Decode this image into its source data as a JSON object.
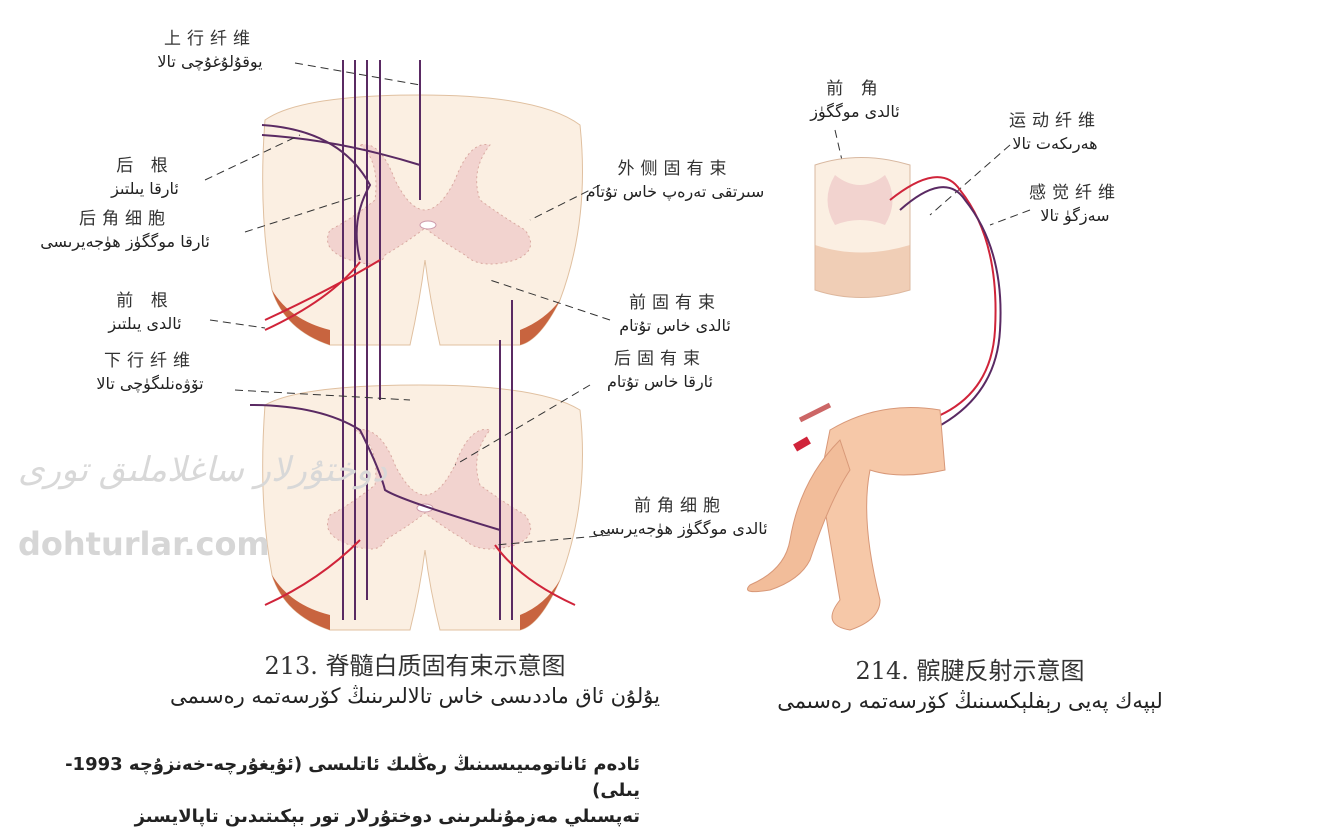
{
  "fig213": {
    "labels": {
      "ascending_zh": "上行纤维",
      "ascending_ug": "يوقۇلۇغۇچى تالا",
      "posterior_root_zh": "后 根",
      "posterior_root_ug": "ئارقا يىلتىز",
      "posterior_horn_cell_zh": "后角细胞",
      "posterior_horn_cell_ug": "ئارقا موگگۈز ھۈجەيرىسى",
      "anterior_root_zh": "前 根",
      "anterior_root_ug": "ئالدى يىلتىز",
      "descending_zh": "下行纤维",
      "descending_ug": "تۆۋەنلىگۈچى تالا",
      "lateral_proper_zh": "外侧固有束",
      "lateral_proper_ug": "سىرتقى تەرەپ خاس تۇتام",
      "anterior_proper_zh": "前固有束",
      "anterior_proper_ug": "ئالدى خاس تۇتام",
      "posterior_proper_zh": "后固有束",
      "posterior_proper_ug": "ئارقا خاس تۇتام",
      "anterior_horn_cell_zh": "前角细胞",
      "anterior_horn_cell_ug": "ئالدى موگگۈز ھۈجەيرىسى"
    },
    "caption_zh": "213.  脊髓白质固有束示意图",
    "caption_ug": "يۇلۇن ئاق ماددىسى خاس تالالىرىنىڭ كۆرسەتمە رەسىمى"
  },
  "fig214": {
    "labels": {
      "anterior_horn_zh": "前  角",
      "anterior_horn_ug": "ئالدى موگگۈز",
      "motor_zh": "运动纤维",
      "motor_ug": "ھەرىكەت تالا",
      "sensory_zh": "感觉纤维",
      "sensory_ug": "سەزگۈ تالا"
    },
    "caption_zh": "214.  髌腱反射示意图",
    "caption_ug": "لېپەك پەيى رېفلېكسىنىڭ كۆرسەتمە رەسىمى"
  },
  "watermark": {
    "script": "دوختۇرلار ساغلاملىق تورى",
    "site": "dohturlar.com"
  },
  "footer": {
    "line1": "ئادەم ئاناتومىيىسىنىڭ رەڭلىك ئاتلىسى (ئۇيغۇرچە-خەنزۇچە 1993-يىلى)",
    "line2": "تەپسىلي مەزمۇنلىرىنى دوختۇرلار تور بېكىتىدىن تاپالايسىز"
  },
  "colors": {
    "grey_matter": "#f2d3cf",
    "white_matter": "#fbefe2",
    "cut_edge": "#c8643f",
    "motor": "#d0243a",
    "sensory": "#5a2a63"
  }
}
